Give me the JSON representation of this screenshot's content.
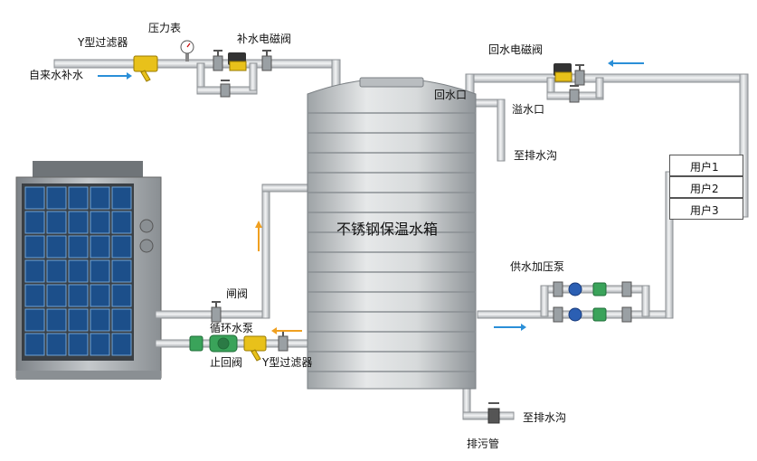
{
  "labels": {
    "tap_water_makeup": "自来水补水",
    "y_filter_top": "Y型过滤器",
    "pressure_gauge": "压力表",
    "makeup_solenoid": "补水电磁阀",
    "return_solenoid": "回水电磁阀",
    "return_port": "回水口",
    "overflow_port": "溢水口",
    "to_drain_top": "至排水沟",
    "tank": "不锈钢保温水箱",
    "gate_valve": "闸阀",
    "circulation_pump": "循环水泵",
    "check_valve": "止回阀",
    "y_filter_bottom": "Y型过滤器",
    "supply_booster_pump": "供水加压泵",
    "to_drain_bottom": "至排水沟",
    "sewage_pipe": "排污管"
  },
  "users": [
    "用户1",
    "用户2",
    "用户3"
  ],
  "colors": {
    "pipe": "#cfd2d4",
    "pipe_edge": "#8e9296",
    "flow_arrow_blue": "#2a8fd8",
    "flow_arrow_orange": "#f0a020",
    "valve_yellow": "#e8c11a",
    "pump_green": "#3aa35a",
    "pump_blue": "#2b5fb3",
    "heat_pump_grid": "#1c4f8a"
  }
}
